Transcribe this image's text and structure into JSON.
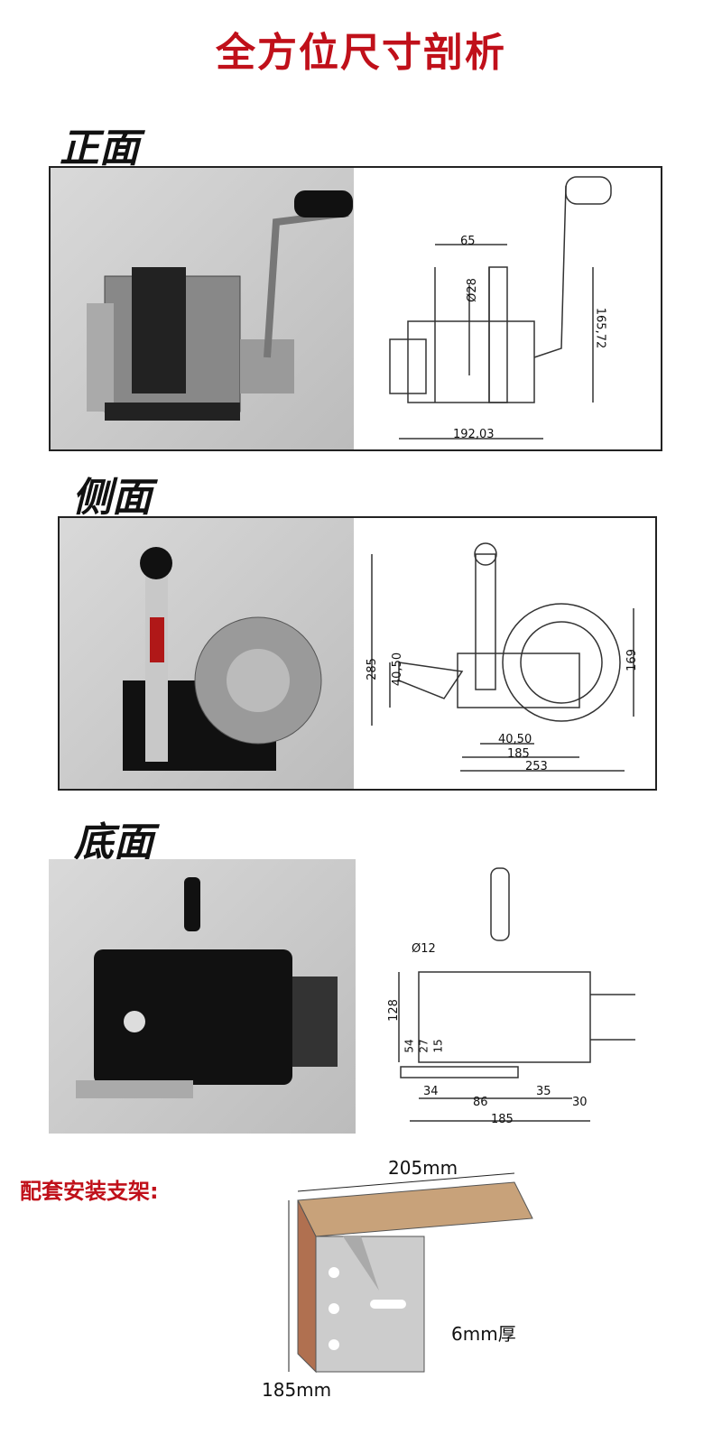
{
  "page_title": "全方位尺寸剖析",
  "sections": {
    "front": {
      "label": "正面",
      "dims": {
        "a": "65",
        "b": "Ø28",
        "c": "165,72",
        "d": "192,03"
      }
    },
    "side": {
      "label": "侧面",
      "dims": {
        "a": "285",
        "b": "40,50",
        "c": "169",
        "d": "40,50",
        "e": "185",
        "f": "253"
      }
    },
    "bottom": {
      "label": "底面",
      "dims": {
        "a": "Ø12",
        "b": "128",
        "c": "54",
        "d": "27",
        "e": "15",
        "f": "34",
        "g": "86",
        "h": "35",
        "i": "30",
        "j": "185"
      }
    }
  },
  "bracket": {
    "label": "配套安装支架:",
    "width": "205mm",
    "height": "185mm",
    "thickness": "6mm厚"
  }
}
